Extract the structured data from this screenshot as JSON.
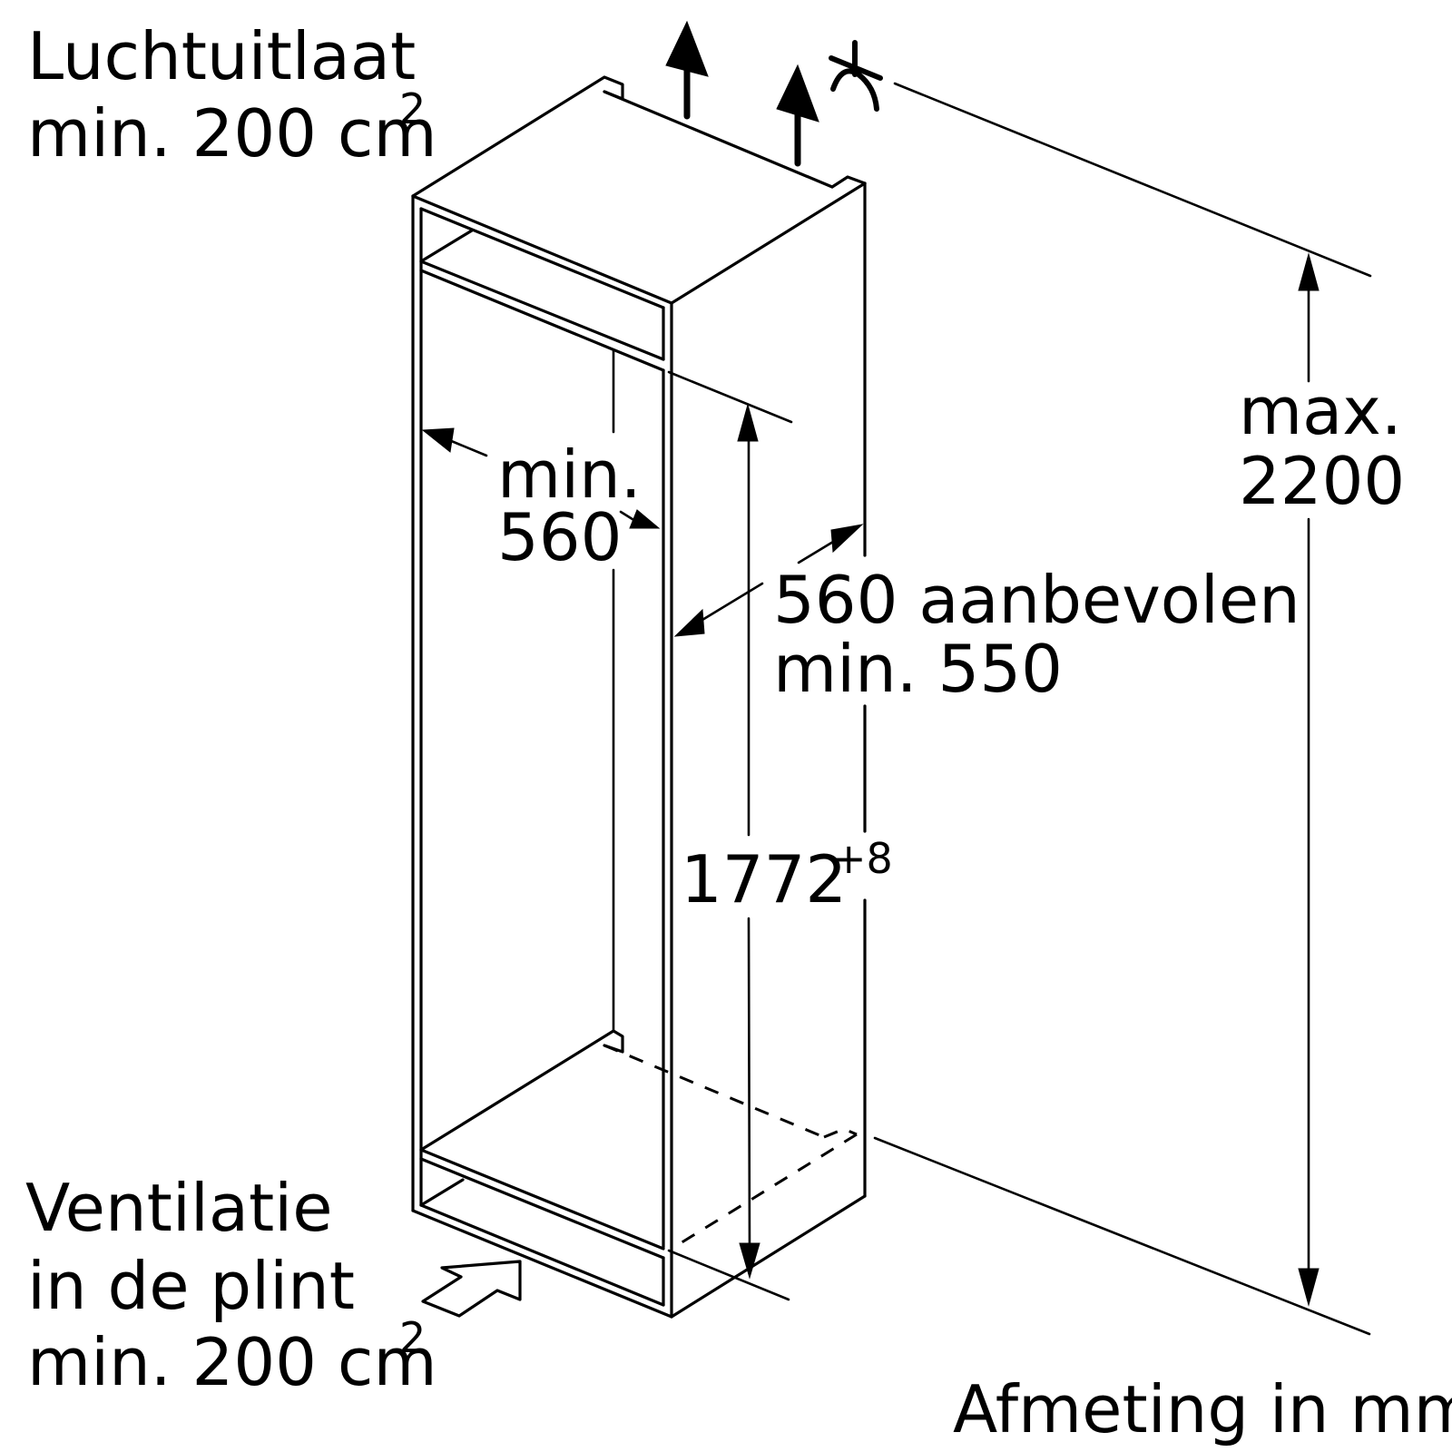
{
  "labels": {
    "air_outlet_line1": "Luchtuitlaat",
    "air_outlet_line2": "min. 200 cm",
    "air_outlet_unit_sup": "2",
    "ventilation_line1": "Ventilatie",
    "ventilation_line2": "in de plint",
    "ventilation_line3": "min. 200 cm",
    "ventilation_unit_sup": "2",
    "width_min_line1": "min.",
    "width_min_line2": "560",
    "depth_line1": "560 aanbevolen",
    "depth_line2": "min. 550",
    "height_value": "1772",
    "height_tolerance": "+8",
    "max_height_line1": "max.",
    "max_height_line2": "2200",
    "unit_note": "Afmeting in mm"
  },
  "icons": {
    "airflow": "up-arrow-icon",
    "ceiling": "ceiling-symbol-icon",
    "vent_inlet": "inlet-arrow-icon"
  }
}
